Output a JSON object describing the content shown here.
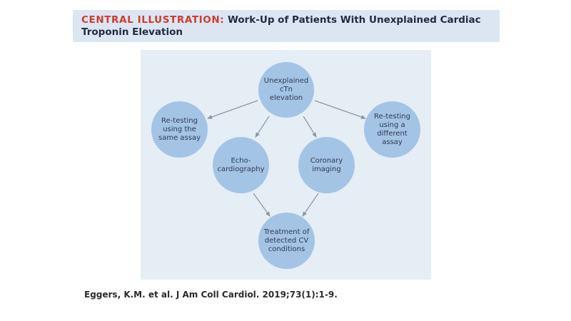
{
  "header": {
    "label": "CENTRAL ILLUSTRATION:",
    "title": "Work-Up of Patients With Unexplained Cardiac Troponin Elevation"
  },
  "diagram": {
    "nodes": {
      "top": "Unexplained\ncTn elevation",
      "left": "Re-testing\nusing the\nsame assay",
      "right": "Re-testing\nusing a\ndifferent\nassay",
      "echo": "Echo-\ncardiography",
      "coronary": "Coronary\nimaging",
      "treatment": "Treatment of\ndetected CV\nconditions"
    }
  },
  "citation": "Eggers, K.M. et al. J Am Coll Cardiol. 2019;73(1):1-9.",
  "colors": {
    "header_bg": "#dce6f3",
    "label_red": "#d23a2c",
    "panel_bg": "#e5eef5",
    "node_fill": "#a4c4e6",
    "arrow": "#8c96a2"
  }
}
